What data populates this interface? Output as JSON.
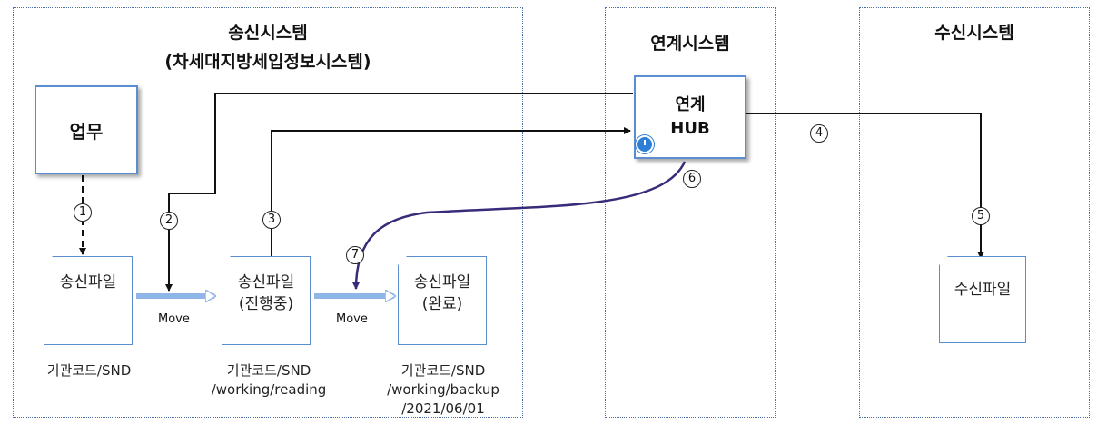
{
  "panels": {
    "sender": {
      "title": "송신시스템",
      "subtitle": "(차세대지방세입정보시스템)"
    },
    "hub": {
      "title": "연계시스템"
    },
    "receiver": {
      "title": "수신시스템"
    }
  },
  "boxes": {
    "work": "업무",
    "hub_line1": "연계",
    "hub_line2": "HUB"
  },
  "documents": {
    "send": {
      "line1": "송신파일",
      "line2": ""
    },
    "reading": {
      "line1": "송신파일",
      "line2": "(진행중)"
    },
    "done": {
      "line1": "송신파일",
      "line2": "(완료)"
    },
    "receive": {
      "line1": "수신파일",
      "line2": ""
    }
  },
  "paths": {
    "send": [
      "기관코드/SND"
    ],
    "reading": [
      "기관코드/SND",
      "/working/reading"
    ],
    "backup": [
      "기관코드/SND",
      "/working/backup",
      "/2021/06/01"
    ]
  },
  "moves": {
    "move1": "Move",
    "move2": "Move"
  },
  "steps": {
    "s1": "1",
    "s2": "2",
    "s3": "3",
    "s4": "4",
    "s5": "5",
    "s6": "6",
    "s7": "7"
  },
  "colors": {
    "box_border": "#5b8ed1",
    "panel_border": "#4a6ea8",
    "line": "#111111",
    "return_line": "#3a2a7a",
    "move_arrow": "#8fb6e6",
    "clock": "#2d7fd8"
  },
  "icons": {
    "clock": "clock-icon"
  }
}
